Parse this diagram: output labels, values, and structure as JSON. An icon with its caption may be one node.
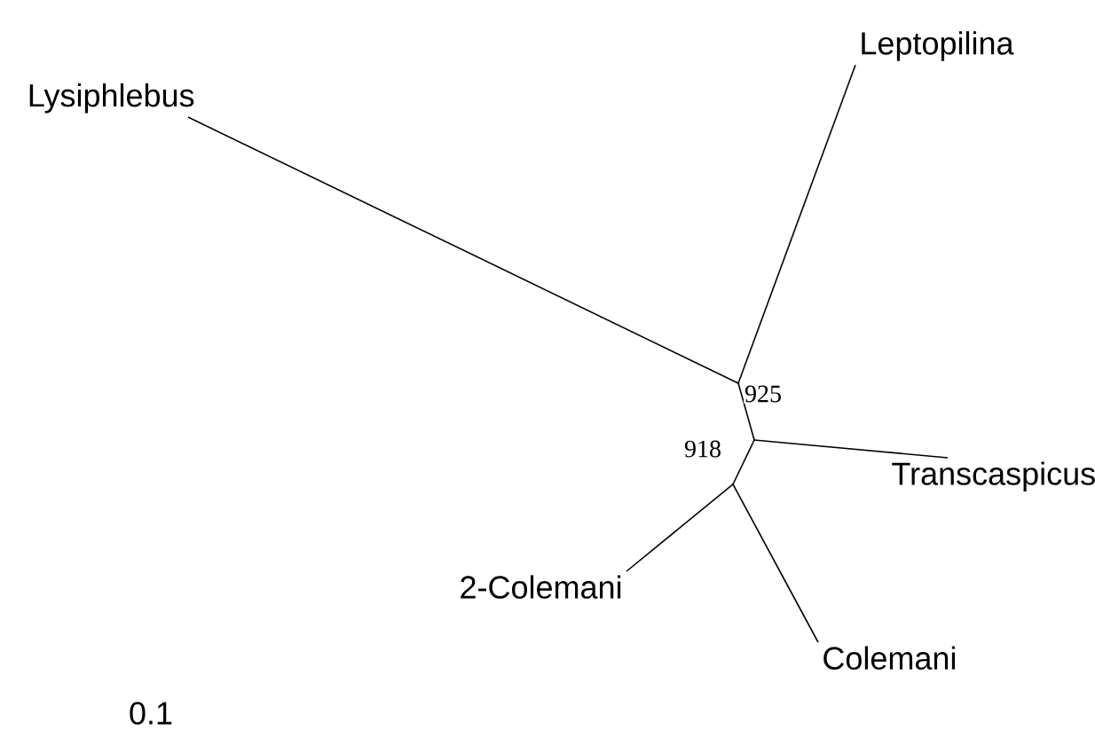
{
  "diagram": {
    "nodes": [
      {
        "text": [
          "Leptopilina"
        ]
      },
      {
        "text": [
          "Lysiphlebus"
        ]
      },
      {
        "text": [
          "Transcaspicus"
        ]
      },
      {
        "text": [
          "2-Colemani"
        ]
      },
      {
        "text": [
          "Colemani"
        ]
      },
      {
        "text": [],
        "shape": "point"
      },
      {
        "text": [],
        "shape": "point"
      },
      {
        "text": [],
        "shape": "point"
      }
    ],
    "edges": [
      {
        "from": 5,
        "to": 1,
        "arrow": "none"
      },
      {
        "from": 5,
        "to": 0,
        "arrow": "none"
      },
      {
        "from": 5,
        "to": 6,
        "arrow": "none",
        "label": "925"
      },
      {
        "from": 6,
        "to": 2,
        "arrow": "none"
      },
      {
        "from": 6,
        "to": 7,
        "arrow": "none",
        "label": "918"
      },
      {
        "from": 7,
        "to": 3,
        "arrow": "none"
      },
      {
        "from": 7,
        "to": 4,
        "arrow": "none"
      }
    ],
    "labels": [
      "0.1"
    ]
  }
}
